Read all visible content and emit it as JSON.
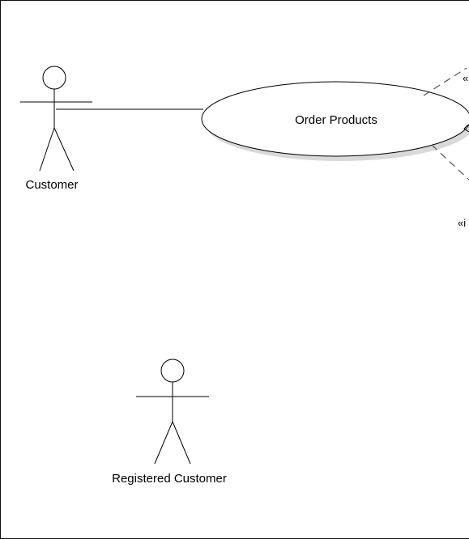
{
  "diagram": {
    "actors": [
      {
        "id": "customer",
        "label": "Customer"
      },
      {
        "id": "registered-customer",
        "label": "Registered Customer"
      }
    ],
    "use_cases": [
      {
        "id": "order-products",
        "label": "Order Products"
      }
    ],
    "stereotypes": {
      "top_fragment": "«",
      "bottom_fragment": "«i"
    },
    "colors": {
      "line": "#000000",
      "dashed_line": "#555555",
      "shadow": "#d9d9d9",
      "background": "#ffffff"
    }
  }
}
